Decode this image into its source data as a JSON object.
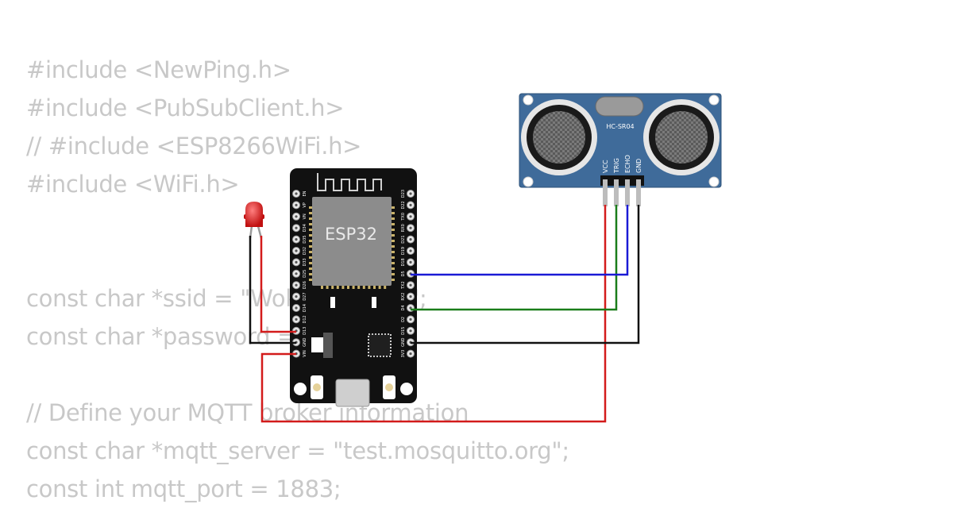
{
  "code_lines": [
    "#include <NewPing.h>",
    "#include <PubSubClient.h>",
    "// #include <ESP8266WiFi.h>",
    "#include <WiFi.h>",
    "",
    "",
    "const char *ssid = \"Wokwi-GUEST\";",
    "const char *password = \"\";",
    "",
    "// Define your MQTT broker information",
    "const char *mqtt_server = \"test.mosquitto.org\";",
    "const int mqtt_port = 1883;"
  ],
  "board": {
    "label": "ESP32",
    "left_pins": [
      "EN",
      "VP",
      "VN",
      "D34",
      "D35",
      "D32",
      "D33",
      "D25",
      "D26",
      "D27",
      "D14",
      "D12",
      "D13",
      "GND",
      "VIN"
    ],
    "right_pins": [
      "D23",
      "D22",
      "TX0",
      "RX0",
      "D21",
      "D19",
      "D18",
      "D5",
      "TX2",
      "RX2",
      "D4",
      "D2",
      "D15",
      "GND",
      "3V3"
    ]
  },
  "sensor": {
    "label": "HC-SR04",
    "pins": [
      "VCC",
      "TRIG",
      "ECHO",
      "GND"
    ]
  },
  "colors": {
    "wire_red": "#d31b1b",
    "wire_green": "#1a7d1a",
    "wire_blue": "#1a1ad6",
    "wire_black": "#111111",
    "board_body": "#111111",
    "chip": "#8c8c8c",
    "sensor_body": "#3f6b9a",
    "led": "#e02020",
    "code_text": "#c8c8c8"
  }
}
